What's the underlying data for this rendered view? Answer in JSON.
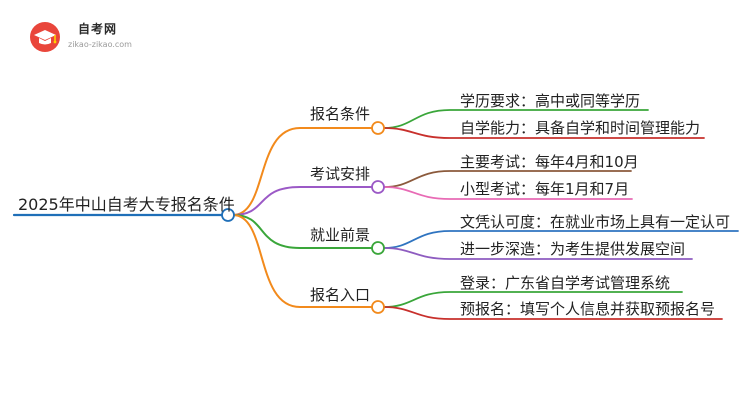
{
  "logo": {
    "name": "自考网",
    "url": "zikao-zikao.com"
  },
  "root": {
    "label": "2025年中山自考大专报名条件",
    "color": "#1f6fb8"
  },
  "branches": [
    {
      "label": "报名条件",
      "color": "#f28a1c",
      "children": [
        {
          "label": "学历要求：高中或同等学历",
          "color": "#3aa63a"
        },
        {
          "label": "自学能力：具备自学和时间管理能力",
          "color": "#c8302c"
        }
      ]
    },
    {
      "label": "考试安排",
      "color": "#9b59c6",
      "children": [
        {
          "label": "主要考试：每年4月和10月",
          "color": "#8b5a3c"
        },
        {
          "label": "小型考试：每年1月和7月",
          "color": "#e86bb5"
        }
      ]
    },
    {
      "label": "就业前景",
      "color": "#3aa63a",
      "children": [
        {
          "label": "文凭认可度：在就业市场上具有一定认可",
          "color": "#2f74c0"
        },
        {
          "label": "进一步深造：为考生提供发展空间",
          "color": "#8e5cc0"
        }
      ]
    },
    {
      "label": "报名入口",
      "color": "#f28a1c",
      "children": [
        {
          "label": "登录：广东省自学考试管理系统",
          "color": "#3aa63a"
        },
        {
          "label": "预报名：填写个人信息并获取预报名号",
          "color": "#c8302c"
        }
      ]
    }
  ]
}
